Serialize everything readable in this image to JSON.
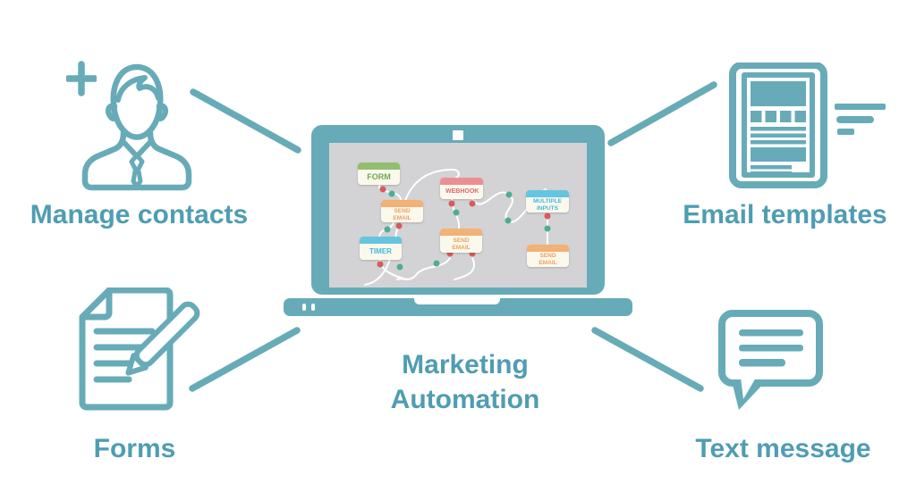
{
  "title": "Marketing Automation infographic",
  "palette": {
    "teal": "#67ABB8",
    "label_text": "#4F9DB2",
    "bg": "#FFFFFF",
    "screen_gray": "#D3D3D5",
    "node_body": "#FBF8EC",
    "green_header": "#92BD71",
    "green_text": "#6FA84F",
    "orange_header": "#F2B175",
    "orange_text": "#EFA05C",
    "blue_header": "#65C5DF",
    "blue_text": "#3FB9DC",
    "pink_header": "#EC8F95",
    "pink_text": "#DB6A70",
    "red_dot": "#D95B5B",
    "green_dot": "#4CAE94",
    "white": "#FFFFFF"
  },
  "center": {
    "label_line1": "Marketing",
    "label_line2": "Automation"
  },
  "features": [
    {
      "label": "Manage contacts",
      "icon": "add-contact-icon",
      "position": "top-left"
    },
    {
      "label": "Email templates",
      "icon": "email-template-icon",
      "position": "top-right"
    },
    {
      "label": "Forms",
      "icon": "form-pencil-icon",
      "position": "bottom-left"
    },
    {
      "label": "Text message",
      "icon": "chat-bubble-icon",
      "position": "bottom-right"
    }
  ],
  "workflow": {
    "nodes": [
      {
        "label": "FORM",
        "type": "form"
      },
      {
        "label": "SEND EMAIL",
        "type": "send_email"
      },
      {
        "label": "TIMER",
        "type": "timer"
      },
      {
        "label": "WEBHOOK",
        "type": "webhook"
      },
      {
        "label": "SEND EMAIL",
        "type": "send_email"
      },
      {
        "label": "MULTIPLE INPUTS",
        "type": "multiple_inputs"
      },
      {
        "label": "SEND EMAIL",
        "type": "send_email"
      }
    ]
  }
}
